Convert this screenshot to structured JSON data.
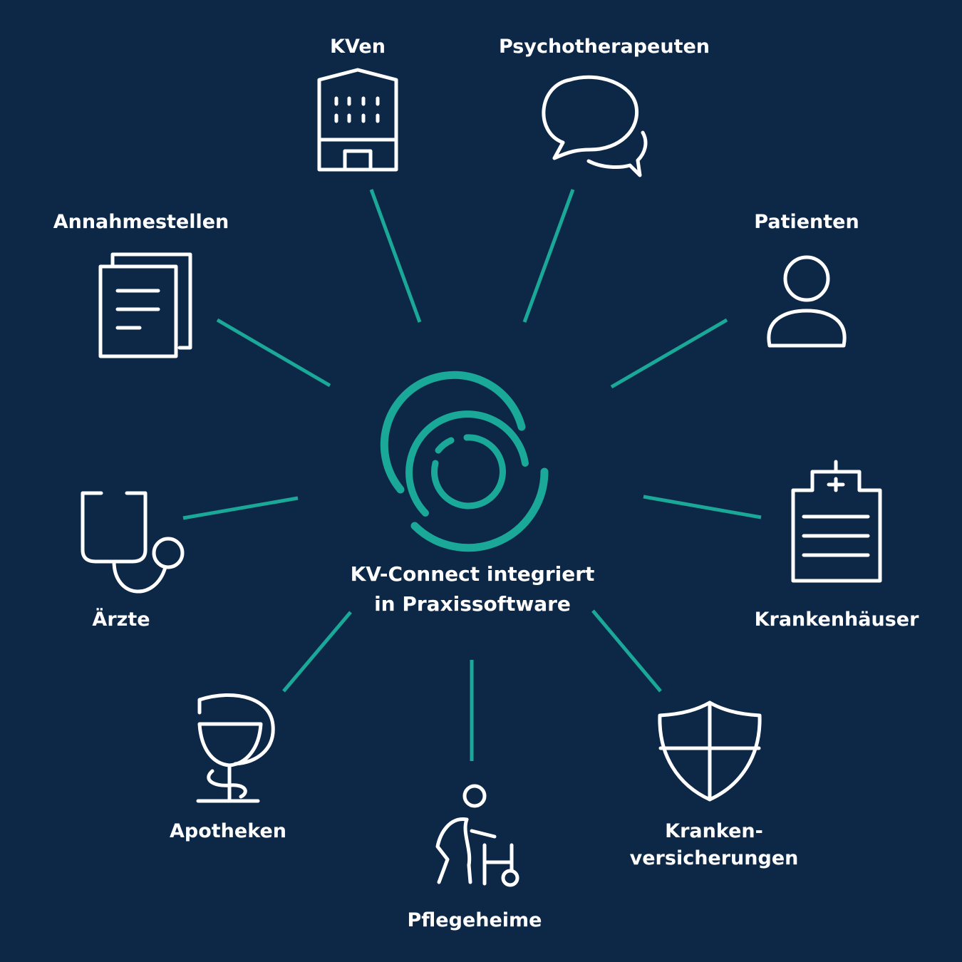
{
  "center": {
    "line1": "KV-Connect integriert",
    "line2": "in Praxissoftware"
  },
  "nodes": {
    "kven": {
      "label": "KVen",
      "icon": "building-icon"
    },
    "psychotherapeuten": {
      "label": "Psychotherapeuten",
      "icon": "speech-bubbles-icon"
    },
    "patienten": {
      "label": "Patienten",
      "icon": "person-icon"
    },
    "krankenhaeuser": {
      "label": "Krankenhäuser",
      "icon": "clipboard-cross-icon"
    },
    "krankenversicherungen": {
      "line1": "Kranken-",
      "line2": "versicherungen",
      "icon": "shield-icon"
    },
    "pflegeheime": {
      "label": "Pflegeheime",
      "icon": "elderly-walker-icon"
    },
    "apotheken": {
      "label": "Apotheken",
      "icon": "pharmacy-bowl-icon"
    },
    "aerzte": {
      "label": "Ärzte",
      "icon": "stethoscope-icon"
    },
    "annahmestellen": {
      "label": "Annahmestellen",
      "icon": "documents-icon"
    }
  },
  "colors": {
    "background": "#0d2747",
    "accent": "#1aa898",
    "icon": "#ffffff",
    "text": "#ffffff"
  }
}
